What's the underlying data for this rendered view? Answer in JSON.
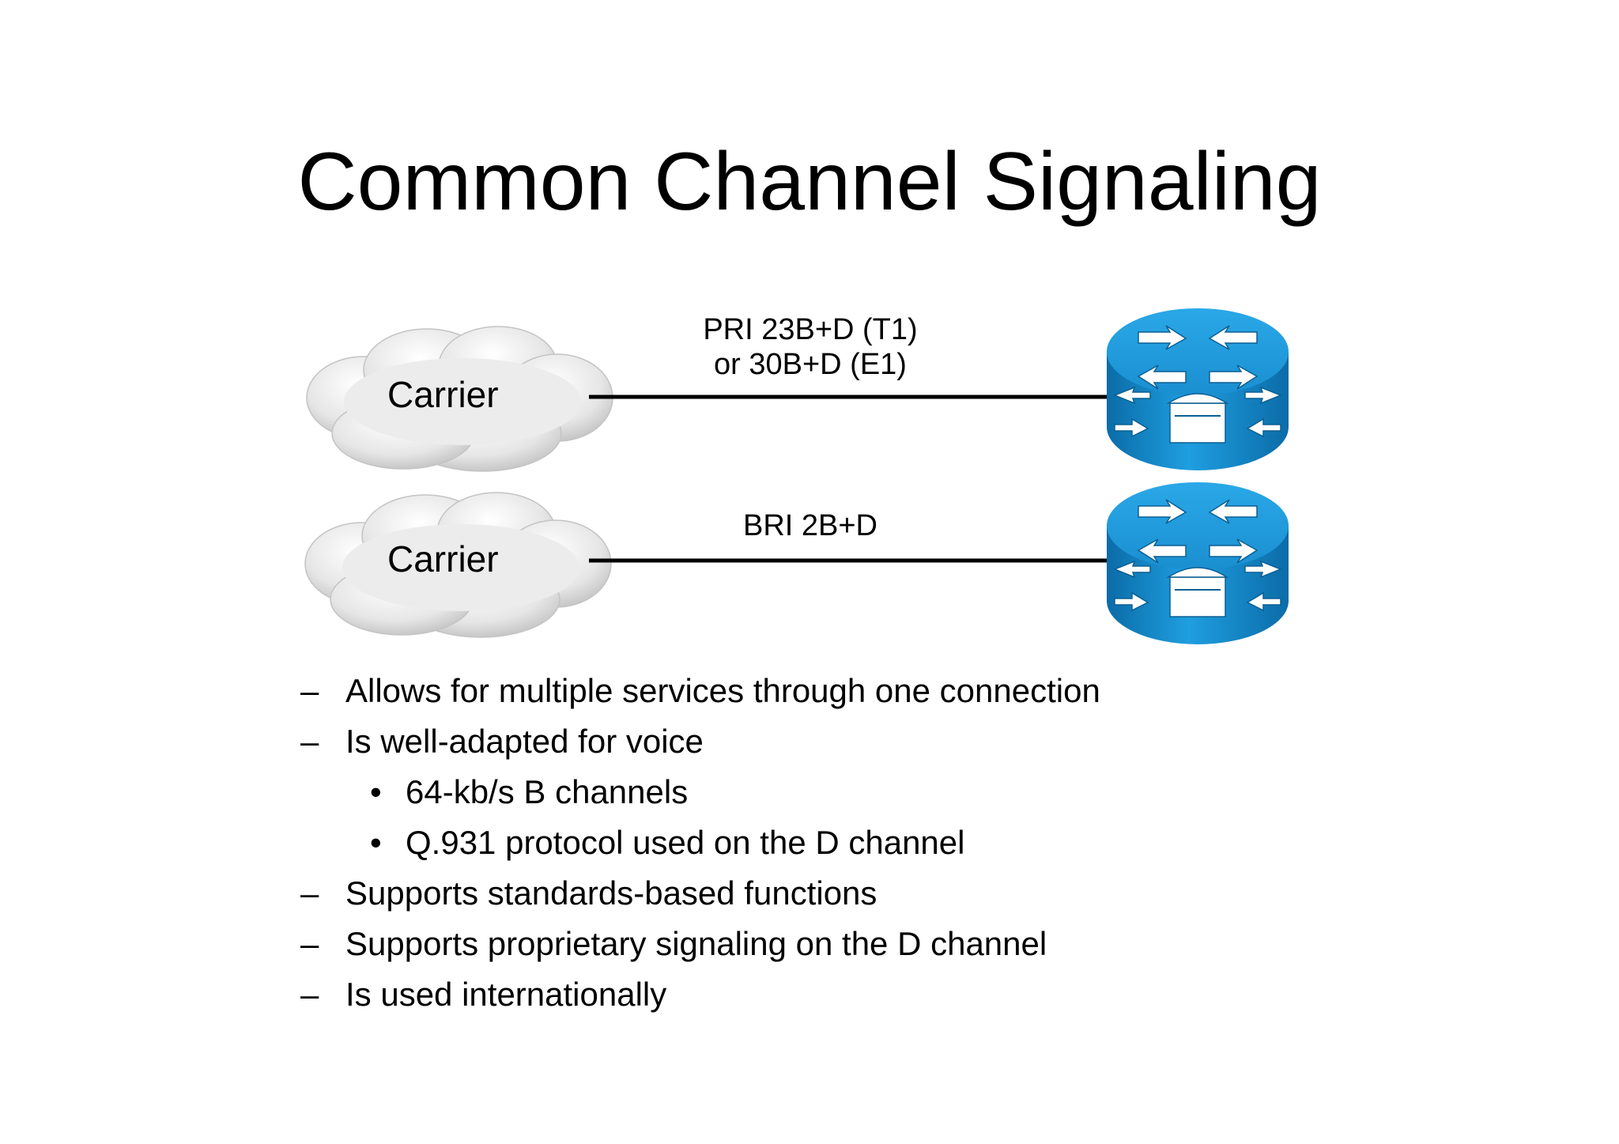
{
  "title": "Common Channel Signaling",
  "diagram": {
    "rows": [
      {
        "cloud_label": "Carrier",
        "link_label_line1": "PRI 23B+D (T1)",
        "link_label_line2": "or 30B+D (E1)",
        "router_icon": "voice-router-icon"
      },
      {
        "cloud_label": "Carrier",
        "link_label_line1": "BRI 2B+D",
        "router_icon": "voice-router-icon"
      }
    ],
    "colors": {
      "router": "#1a8fd0",
      "router_dark": "#0b6ca8",
      "cloud": "#e6e6e6",
      "link": "#000000"
    }
  },
  "bullets": [
    {
      "marker": "–",
      "level": 1,
      "text": "Allows for multiple services through one connection"
    },
    {
      "marker": "–",
      "level": 1,
      "text": "Is well-adapted for voice"
    },
    {
      "marker": "•",
      "level": 2,
      "text": "64-kb/s B channels"
    },
    {
      "marker": "•",
      "level": 2,
      "text": "Q.931 protocol used on the D channel"
    },
    {
      "marker": "–",
      "level": 1,
      "text": "Supports standards-based functions"
    },
    {
      "marker": "–",
      "level": 1,
      "text": "Supports proprietary signaling on the D channel"
    },
    {
      "marker": "–",
      "level": 1,
      "text": "Is used internationally"
    }
  ]
}
